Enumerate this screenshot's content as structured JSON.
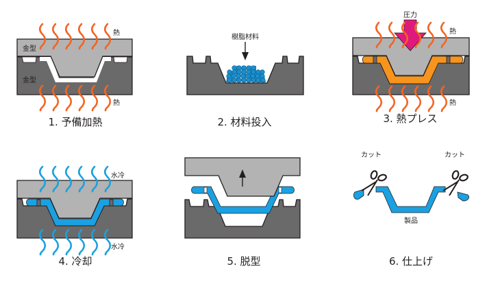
{
  "colors": {
    "upper_mold": "#b3b3b3",
    "lower_mold": "#6b6a6a",
    "outline": "#231f20",
    "heat": "#f26522",
    "cooling": "#1ba1dc",
    "resin_material": "#1b8fcf",
    "resin_pressed": "#f7941d",
    "resin_cooled": "#1ba1e2",
    "pressure_arrow": "#e0197d"
  },
  "steps": [
    {
      "label": "1. 予備加熱",
      "upper_mold_label": "金型",
      "lower_mold_label": "金型",
      "top_wave_label": "熱",
      "bottom_wave_label": "熱",
      "wave_type": "heat",
      "icons": [
        "heat-wave-icon"
      ]
    },
    {
      "label": "2. 材料投入",
      "material_label": "樹脂材料",
      "icons": [
        "down-arrow-icon",
        "resin-pellet-icon"
      ]
    },
    {
      "label": "3. 熱プレス",
      "pressure_label": "圧力",
      "top_wave_label": "熱",
      "bottom_wave_label": "熱",
      "wave_type": "heat",
      "icons": [
        "pressure-arrow-icon",
        "heat-wave-icon"
      ]
    },
    {
      "label": "4. 冷却",
      "top_wave_label": "水冷",
      "bottom_wave_label": "水冷",
      "wave_type": "cooling",
      "icons": [
        "cooling-wave-icon"
      ]
    },
    {
      "label": "5. 脱型",
      "icons": [
        "up-arrow-icon"
      ]
    },
    {
      "label": "6. 仕上げ",
      "cut_label_left": "カット",
      "cut_label_right": "カット",
      "product_label": "製品",
      "icons": [
        "scissors-icon"
      ]
    }
  ]
}
